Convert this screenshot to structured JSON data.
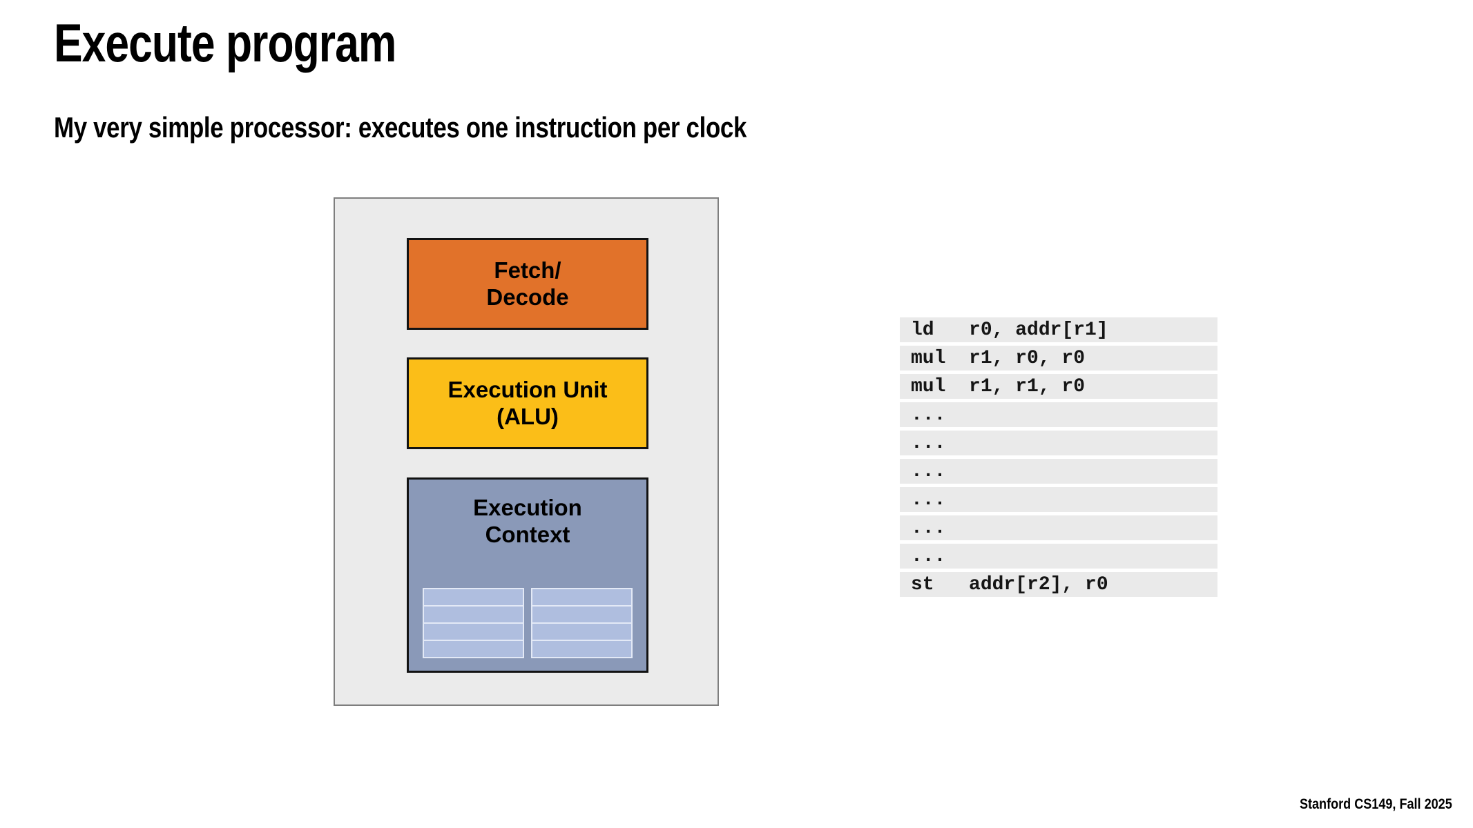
{
  "slide": {
    "title": "Execute program",
    "subtitle": "My very simple processor: executes one instruction per clock",
    "footer": "Stanford CS149, Fall 2025"
  },
  "colors": {
    "fetch_decode": "#E1722A",
    "execution_unit": "#FBBE18",
    "execution_context": "#8A99B8",
    "register_cell": "#AFBEDF",
    "chip_background": "#EBEBEB",
    "chip_border": "#7E7E7E",
    "instruction_row_background": "#EAEAEA"
  },
  "processor": {
    "fetch_decode": {
      "line1": "Fetch/",
      "line2": "Decode"
    },
    "execution_unit": {
      "line1": "Execution Unit",
      "line2": "(ALU)"
    },
    "execution_context": {
      "line1": "Execution",
      "line2": "Context",
      "register_columns": 2,
      "register_rows": 4
    }
  },
  "instruction_stream": {
    "rows": [
      "ld   r0, addr[r1]",
      "mul  r1, r0, r0",
      "mul  r1, r1, r0",
      "...",
      "...",
      "...",
      "...",
      "...",
      "...",
      "st   addr[r2], r0"
    ]
  }
}
